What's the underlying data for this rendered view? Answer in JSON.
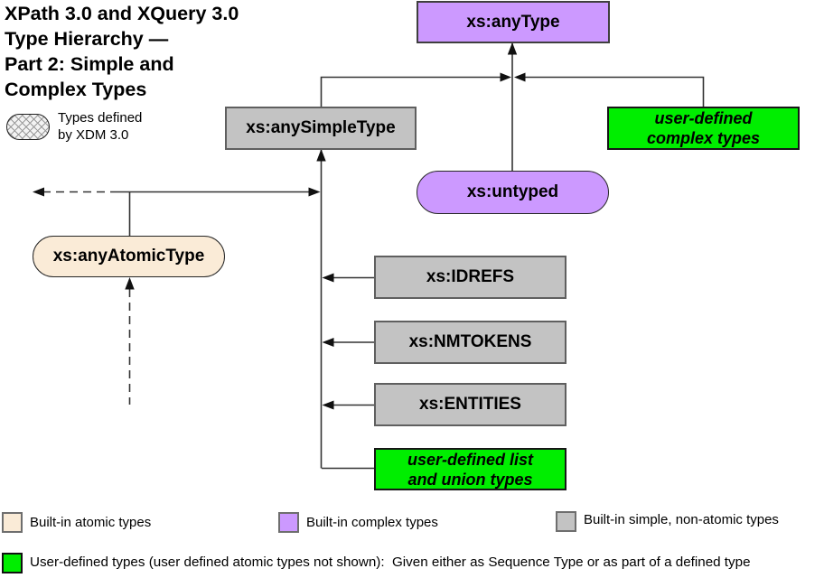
{
  "title": "XPath 3.0 and XQuery 3.0\nType Hierarchy —\nPart 2: Simple and\nComplex Types",
  "xdm_note": "Types defined\nby XDM 3.0",
  "nodes": {
    "any_type": {
      "label": "xs:anyType",
      "fill": "#CC99FF"
    },
    "any_simple_type": {
      "label": "xs:anySimpleType",
      "fill": "#C3C3C3"
    },
    "user_defined_complex": {
      "label": "user-defined\ncomplex types",
      "fill": "#00EE00"
    },
    "untyped": {
      "label": "xs:untyped",
      "fill": "#CC99FF"
    },
    "any_atomic_type": {
      "label": "xs:anyAtomicType",
      "fill": "#FAEBD7"
    },
    "idrefs": {
      "label": "xs:IDREFS",
      "fill": "#C3C3C3"
    },
    "nmtokens": {
      "label": "xs:NMTOKENS",
      "fill": "#C3C3C3"
    },
    "entities": {
      "label": "xs:ENTITIES",
      "fill": "#C3C3C3"
    },
    "user_defined_list_union": {
      "label": "user-defined list\nand union types",
      "fill": "#00EE00"
    }
  },
  "legend": {
    "atomic": {
      "label": "Built-in atomic types",
      "color": "#FAEBD7"
    },
    "complex": {
      "label": "Built-in complex types",
      "color": "#CC99FF"
    },
    "simple_non_atomic": {
      "label": "Built-in simple, non-atomic types",
      "color": "#C3C3C3"
    },
    "user_defined": {
      "label": "User-defined types (user defined atomic types not shown):  Given either as Sequence Type or as part of a defined type",
      "color": "#00EE00"
    }
  },
  "line_color": "#333333"
}
